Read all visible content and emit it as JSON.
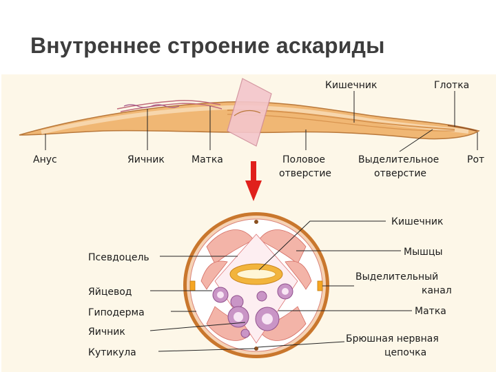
{
  "title": "Внутреннее строение аскариды",
  "worm_labels": {
    "anus": "Анус",
    "ovary": "Яичник",
    "uterus": "Матка",
    "genital_opening_1": "Половое",
    "genital_opening_2": "отверстие",
    "excretory_opening_1": "Выделительное",
    "excretory_opening_2": "отверстие",
    "mouth": "Рот",
    "intestine": "Кишечник",
    "pharynx": "Глотка"
  },
  "section_labels": {
    "pseudocoel": "Псевдоцель",
    "oviduct": "Яйцевод",
    "hypodermis": "Гиподерма",
    "ovary": "Яичник",
    "cuticle": "Кутикула",
    "intestine": "Кишечник",
    "muscles": "Мышцы",
    "excretory_canal_1": "Выделительный",
    "excretory_canal_2": "канал",
    "uterus": "Матка",
    "nerve_cord_1": "Брюшная нервная",
    "nerve_cord_2": "цепочка"
  },
  "colors": {
    "background_panel": "#fdf7e8",
    "worm_body": "#f0b774",
    "worm_outline": "#b9783a",
    "arrow": "#e0201c",
    "section_outer": "#c9772d",
    "section_fill": "#fbe5dc",
    "muscle": "#d9837a",
    "eggs": "#b77bb3",
    "intestine": "#f2b43c"
  }
}
